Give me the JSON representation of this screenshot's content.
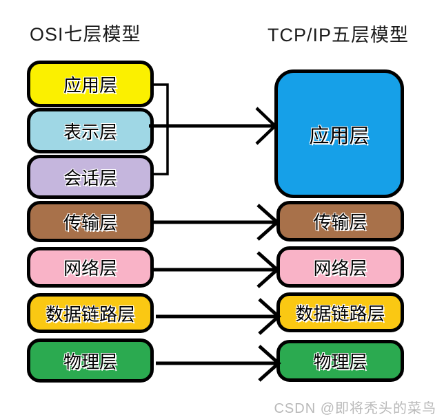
{
  "page": {
    "background": "#ffffff"
  },
  "osi": {
    "title": "OSI七层模型",
    "layers": [
      {
        "label": "应用层",
        "color": "#fbf000"
      },
      {
        "label": "表示层",
        "color": "#9fd7e5"
      },
      {
        "label": "会话层",
        "color": "#c5b6dd"
      },
      {
        "label": "传输层",
        "color": "#a8714a"
      },
      {
        "label": "网络层",
        "color": "#f9b3c7"
      },
      {
        "label": "数据链路层",
        "color": "#fac813"
      },
      {
        "label": "物理层",
        "color": "#2baa50"
      }
    ]
  },
  "tcpip": {
    "title": "TCP/IP五层模型",
    "layers": [
      {
        "label": "应用层",
        "color": "#16a0e8"
      },
      {
        "label": "传输层",
        "color": "#a8714a"
      },
      {
        "label": "网络层",
        "color": "#f9b3c7"
      },
      {
        "label": "数据链路层",
        "color": "#fac813"
      },
      {
        "label": "物理层",
        "color": "#2baa50"
      }
    ]
  },
  "connections": {
    "line_color": "#000000",
    "mappings": [
      {
        "from": "应用层、表示层、会话层",
        "to": "应用层"
      },
      {
        "from": "传输层",
        "to": "传输层"
      },
      {
        "from": "网络层",
        "to": "网络层"
      },
      {
        "from": "数据链路层",
        "to": "数据链路层"
      },
      {
        "from": "物理层",
        "to": "物理层"
      }
    ]
  },
  "watermark": {
    "text": "CSDN @即将秃头的菜鸟",
    "color": "#b9b9b9"
  }
}
